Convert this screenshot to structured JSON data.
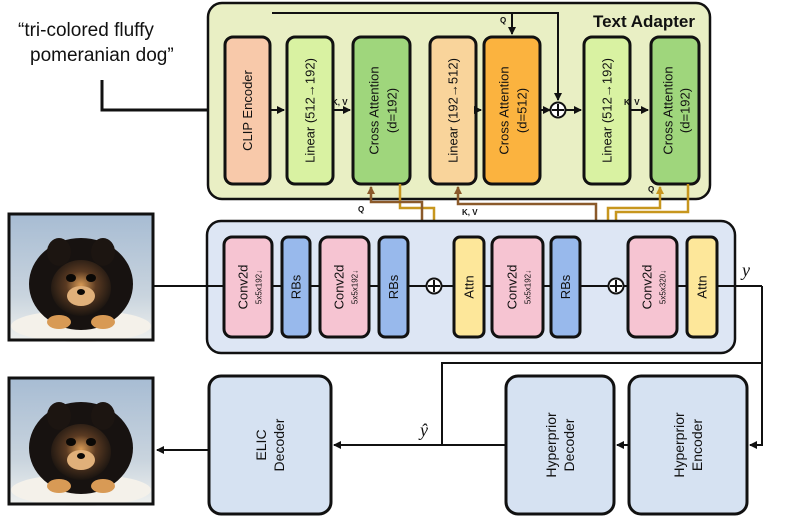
{
  "prompt": {
    "line1": "“tri-colored fluffy",
    "line2": "pomeranian dog”"
  },
  "adapter": {
    "title": "Text Adapter",
    "clip_encoder": "CLIP Encoder",
    "linear_1": "Linear (512→192)",
    "cross_attn_1": {
      "line1": "Cross Attention",
      "line2": "(d=192)"
    },
    "linear_2": "Linear (192→512)",
    "cross_attn_2": {
      "line1": "Cross Attention",
      "line2": "(d=512)"
    },
    "linear_3": "Linear (512→192)",
    "cross_attn_3": {
      "line1": "Cross Attention",
      "line2": "(d=192)"
    }
  },
  "encoder": {
    "conv_1": {
      "name": "Conv2d",
      "spec": "5x5x192↓"
    },
    "rbs_1": "RBs",
    "conv_2": {
      "name": "Conv2d",
      "spec": "5x5x192↓"
    },
    "rbs_2": "RBs",
    "attn_1": "Attn",
    "conv_3": {
      "name": "Conv2d",
      "spec": "5x5x192↓"
    },
    "rbs_3": "RBs",
    "conv_4": {
      "name": "Conv2d",
      "spec": "5x5x320↓"
    },
    "attn_2": "Attn"
  },
  "labels": {
    "kv": "K, V",
    "q": "Q",
    "y": "y",
    "y_hat": "ŷ"
  },
  "lower": {
    "elic_decoder": {
      "line1": "ELIC",
      "line2": "Decoder"
    },
    "hyperprior_decoder": {
      "line1": "Hyperprior",
      "line2": "Decoder"
    },
    "hyperprior_encoder": {
      "line1": "Hyperprior",
      "line2": "Encoder"
    }
  },
  "colors": {
    "adapter_bg": "#e9efc4",
    "encoder_bg": "#dde6f4",
    "clip": "#f8c9aa",
    "linear_green": "#d9f2a2",
    "cross_attn_green": "#9fd67c",
    "linear_orange": "#f9d49b",
    "cross_attn_orange": "#fbb33f",
    "conv": "#f6c4d2",
    "rbs": "#98b9ec",
    "attn": "#fde79a",
    "lower_block": "#d6e2f2",
    "gold_line": "#c7961e",
    "brown_line": "#8b5a2b"
  }
}
